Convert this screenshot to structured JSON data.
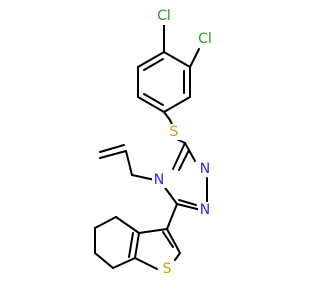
{
  "molecule": {
    "atoms": {
      "cl1": {
        "text": "Cl",
        "color": "#1fa01f"
      },
      "cl2": {
        "text": "Cl",
        "color": "#1fa01f"
      },
      "s_thioether": {
        "text": "S",
        "color": "#c8a400"
      },
      "n4": {
        "text": "N",
        "color": "#2a2af0"
      },
      "n2": {
        "text": "N",
        "color": "#2a2af0"
      },
      "n1": {
        "text": "N",
        "color": "#2a2af0"
      },
      "s_thiophene": {
        "text": "S",
        "color": "#c8a400"
      }
    }
  }
}
